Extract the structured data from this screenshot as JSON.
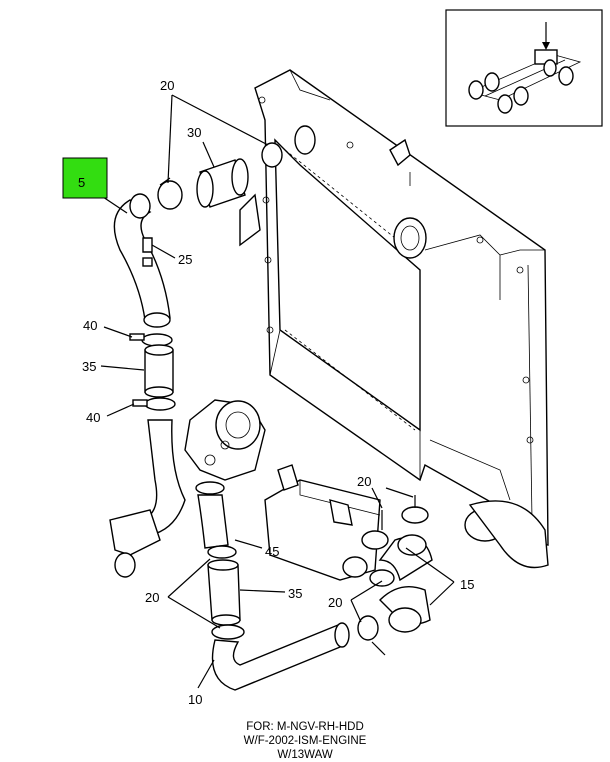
{
  "highlight_color": "#33dd11",
  "callouts": {
    "c5": "5",
    "c20_top": "20",
    "c30": "30",
    "c25": "25",
    "c40_top": "40",
    "c35_top": "35",
    "c40_mid": "40",
    "c20_mid": "20",
    "c45": "45",
    "c20_left": "20",
    "c35_bottom": "35",
    "c20_bottom": "20",
    "c15": "15",
    "c10": "10"
  },
  "caption": {
    "line1": "FOR: M-NGV-RH-HDD",
    "line2": "W/F-2002-ISM-ENGINE",
    "line3": "W/13WAW"
  }
}
